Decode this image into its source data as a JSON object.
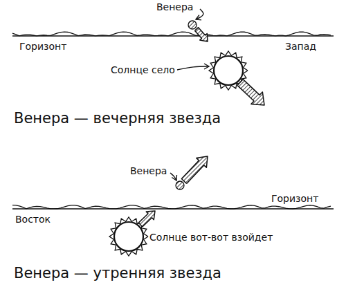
{
  "diagram": {
    "labels": [
      "Венера",
      "Горизонт",
      "Запад",
      "Солнце село",
      "Венера — вечерняя звезда",
      "Венера",
      "Восток",
      "Горизонт",
      "Солнце вот-вот взойдет",
      "Венера — утренняя звезда"
    ]
  }
}
